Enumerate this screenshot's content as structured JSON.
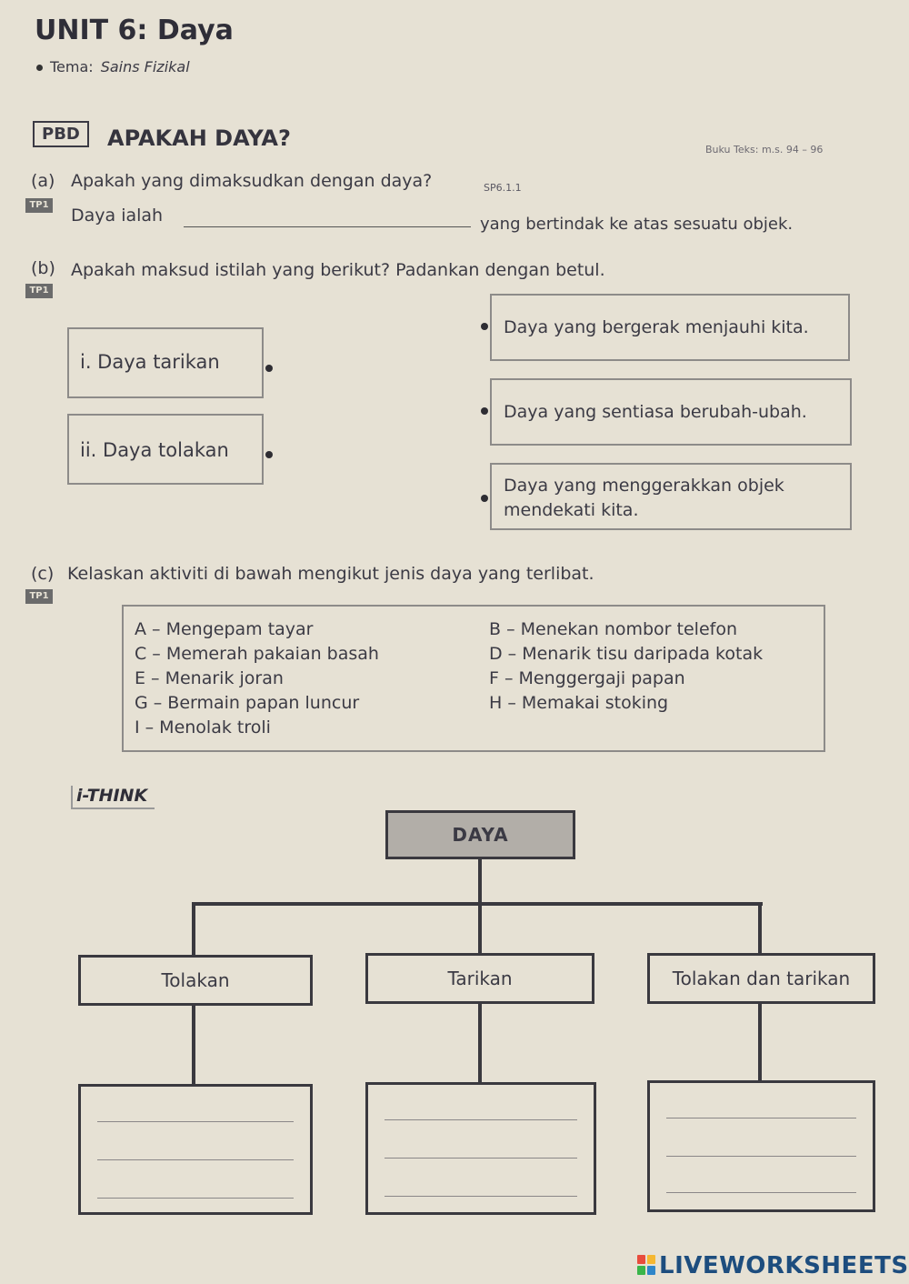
{
  "header": {
    "unit_title": "UNIT 6: Daya",
    "tema_label": "Tema:",
    "tema_value": "Sains Fizikal",
    "pbd_tag": "PBD",
    "section_title": "APAKAH DAYA?",
    "reference": "Buku Teks: m.s. 94 – 96"
  },
  "question_a": {
    "marker": "(a)",
    "text": "Apakah yang dimaksudkan dengan daya?",
    "code": "SP6.1.1",
    "tp": "TP1",
    "prefix": "Daya ialah",
    "suffix": "yang bertindak ke atas sesuatu objek."
  },
  "question_b": {
    "marker": "(b)",
    "text": "Apakah maksud istilah yang berikut? Padankan dengan betul.",
    "tp": "TP1",
    "terms": [
      {
        "label": "i.   Daya tarikan"
      },
      {
        "label": "ii.  Daya tolakan"
      }
    ],
    "definitions": [
      {
        "label": "Daya yang bergerak menjauhi kita."
      },
      {
        "label": "Daya yang sentiasa berubah-ubah."
      },
      {
        "label": "Daya yang menggerakkan objek mendekati kita."
      }
    ]
  },
  "question_c": {
    "marker": "(c)",
    "text": "Kelaskan aktiviti di bawah mengikut jenis daya yang terlibat.",
    "tp": "TP1",
    "activities_left": [
      "A – Mengepam tayar",
      "C – Memerah pakaian basah",
      "E – Menarik joran",
      "G – Bermain papan luncur",
      "I  – Menolak troli"
    ],
    "activities_right": [
      "B – Menekan nombor telefon",
      "D – Menarik tisu daripada kotak",
      "F – Menggergaji papan",
      "H – Memakai stoking"
    ]
  },
  "ithink": {
    "label": "i-THINK",
    "root": "DAYA",
    "branches": [
      "Tolakan",
      "Tarikan",
      "Tolakan dan tarikan"
    ]
  },
  "footer": {
    "brand": "LIVEWORKSHEETS",
    "brand_colors": [
      "#e84c3d",
      "#f5b731",
      "#3ab54a",
      "#2e86c9"
    ]
  }
}
